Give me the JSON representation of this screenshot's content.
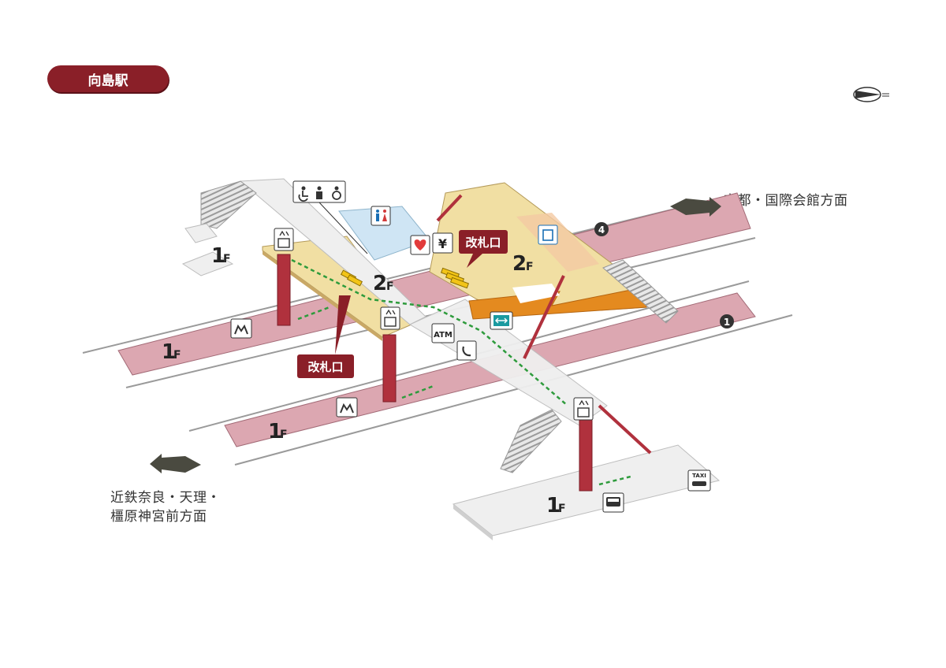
{
  "station_name": "向島駅",
  "directions": {
    "kyoto": "京都・国際会館方面",
    "nara_line1": "近鉄奈良・天理・",
    "nara_line2": "橿原神宮前方面"
  },
  "floors": {
    "first": "1",
    "second": "2",
    "suffix": "F"
  },
  "ticket_gate_label": "改札口",
  "platform_numbers": {
    "p1": "1",
    "p4": "4"
  },
  "atm_label": "ATM",
  "taxi_label": "TAXI",
  "yen_symbol": "¥",
  "colors": {
    "brand": "#8a1f28",
    "platform": "#dca7b1",
    "concourse": "#f1dfa3",
    "fare_zone": "#e48a1f",
    "restroom": "#cfe5f4",
    "walkway": "#efefef",
    "pillar": "#b0313d",
    "route": "#2e9b3c",
    "gate": "#f2c417"
  }
}
